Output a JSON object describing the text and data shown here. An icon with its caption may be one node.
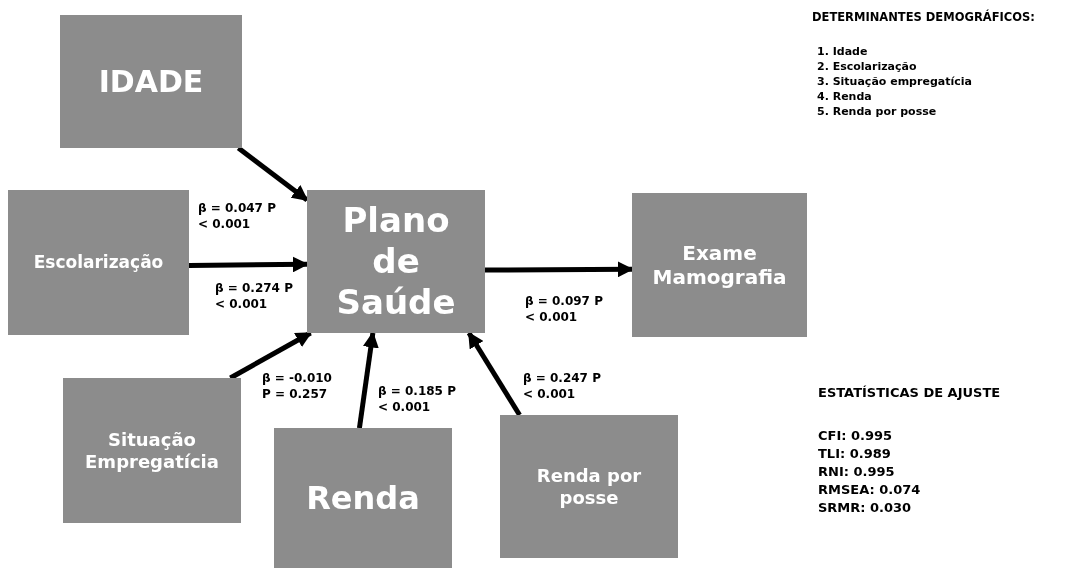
{
  "diagram": {
    "nodes": [
      {
        "text": [
          "IDADE"
        ]
      },
      {
        "text": [
          "Escolarização"
        ]
      },
      {
        "text": [
          "Plano de Saúde"
        ]
      },
      {
        "text": [
          "Exame Mamografia"
        ]
      },
      {
        "text": [
          "Situação Empregatícia"
        ]
      },
      {
        "text": [
          "Renda"
        ]
      },
      {
        "text": [
          "Renda por posse"
        ]
      }
    ],
    "edges": [
      {
        "from": 0,
        "to": 2,
        "arrow": "to",
        "label": "β = 0.047 P < 0.001"
      },
      {
        "from": 1,
        "to": 2,
        "arrow": "to",
        "label": "β = 0.274 P < 0.001"
      },
      {
        "from": 2,
        "to": 3,
        "arrow": "to",
        "label": "β = 0.097 P < 0.001"
      },
      {
        "from": 4,
        "to": 2,
        "arrow": "to",
        "label": "β = -0.010 P = 0.257"
      },
      {
        "from": 5,
        "to": 2,
        "arrow": "to",
        "label": "β = 0.185 P < 0.001"
      },
      {
        "from": 6,
        "to": 2,
        "arrow": "to",
        "label": "β = 0.247 P < 0.001"
      }
    ],
    "labels": [
      "DETERMINANTES DEMOGRÁFICOS:",
      "1. Idade",
      "2. Escolarização",
      "3. Situação empregatícia",
      "4. Renda",
      "5. Renda por posse",
      "ESTATÍSTICAS DE AJUSTE",
      "CFI: 0.995",
      "TLI: 0.989",
      "RNI: 0.995",
      "RMSEA: 0.074",
      "SRMR: 0.030"
    ]
  }
}
